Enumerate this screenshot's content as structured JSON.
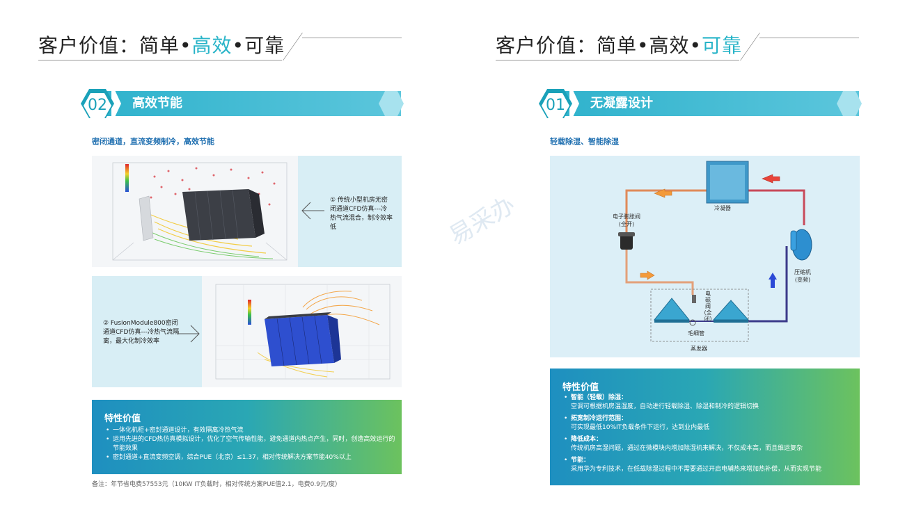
{
  "left": {
    "title_prefix": "客户价值：简单•",
    "title_highlight": "高效",
    "title_suffix": "•可靠",
    "section_number": "02",
    "section_title": "高效节能",
    "subheading": "密闭通道，直流变频制冷，高效节能",
    "callout1": "① 传统小型机房无密闭通道CFD仿真---冷热气流混合，制冷效率低",
    "callout2": "② FusionModule800密闭通道CFD仿真---冷热气流隔离，最大化制冷效率",
    "features_title": "特性价值",
    "features": [
      "一体化机柜+密封通道设计，有效隔离冷热气流",
      "运用先进的CFD热仿真模拟设计，优化了空气传输性能，避免通道内热点产生，同时，创造高效运行的节能效果",
      "密封通道+直流变频空调，综合PUE（北京）≤1.37，相对传统解决方案节能40%以上"
    ],
    "note": "备注：年节省电费57553元（10KW IT负载时，相对传统方案PUE值2.1，电费0.9元/度）"
  },
  "right": {
    "title_prefix": "客户价值：简单•高效•",
    "title_highlight": "可靠",
    "section_number": "01",
    "section_title": "无凝露设计",
    "subheading": "轻载除湿、智能除湿",
    "diagram": {
      "condenser": "冷凝器",
      "valve_line1": "电子膨胀阀",
      "valve_line2": "(全开)",
      "compressor_line1": "压缩机",
      "compressor_line2": "(变频)",
      "solenoid_line1": "电",
      "solenoid_line2": "磁",
      "solenoid_line3": "阀",
      "solenoid_line4": "(全闭)",
      "capillary": "毛细管",
      "evaporator": "蒸发器"
    },
    "features_title": "特性价值",
    "features": [
      {
        "head": "智能（轻载）除湿：",
        "body": "空调可根据机房温湿度，自动进行轻载除湿、除湿和制冷的逻辑切换"
      },
      {
        "head": "拓宽制冷运行范围：",
        "body": "可实现最低10%IT负载条件下运行，达到业内最低"
      },
      {
        "head": "降低成本：",
        "body": "传统机房高湿问题，通过在微模块内增加除湿机来解决，不仅成本高，而且维运复杂"
      },
      {
        "head": "节能：",
        "body": "采用华为专利技术，在低载除湿过程中不需要通过开启电辅热来增加热补偿，从而实现节能"
      }
    ]
  },
  "watermark": "易采办",
  "colors": {
    "accent": "#28b4c8",
    "banner": "#2fb2cc",
    "feature_start": "#1e8fc0",
    "feature_end": "#6cc25e",
    "subhead": "#1f6fb0"
  }
}
